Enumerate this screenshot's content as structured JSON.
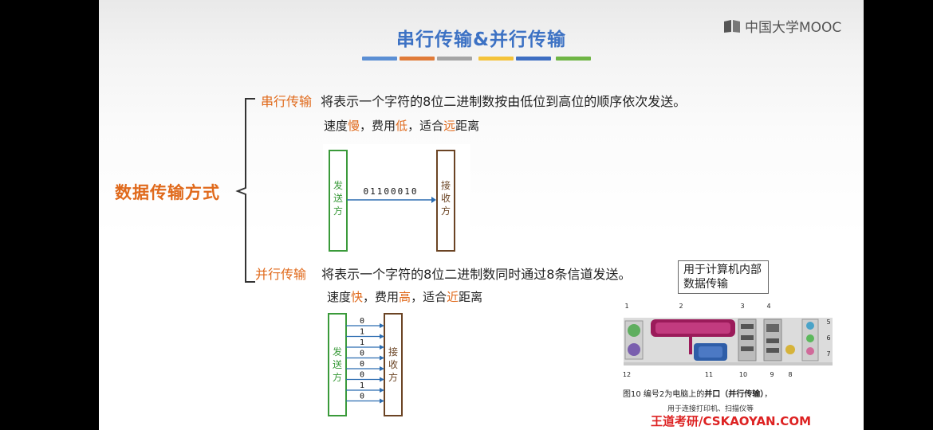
{
  "title": "串行传输&并行传输",
  "logo_text": "中国大学MOOC",
  "accent_bars": [
    "#5b8fd4",
    "#e07b39",
    "#a5a5a5",
    "#f4c33b",
    "#3e6ec2",
    "#6fb545"
  ],
  "main_label": "数据传输方式",
  "serial": {
    "name": "串行传输",
    "desc": "将表示一个字符的8位二进制数按由低位到高位的顺序依次发送。",
    "speed_prefix": "速度",
    "speed_val": "慢",
    "cost_prefix": "，费用",
    "cost_val": "低",
    "dist_prefix": "，适合",
    "dist_val": "远",
    "dist_suffix": "距离",
    "sender": "发送方",
    "receiver": "接收方",
    "bits": "01100010"
  },
  "parallel": {
    "name": "并行传输",
    "desc": "将表示一个字符的8位二进制数同时通过8条信道发送。",
    "speed_prefix": "速度",
    "speed_val": "快",
    "cost_prefix": "，费用",
    "cost_val": "高",
    "dist_prefix": "，适合",
    "dist_val": "近",
    "dist_suffix": "距离",
    "sender": "发送方",
    "receiver": "接收方",
    "bits": [
      "0",
      "1",
      "1",
      "0",
      "0",
      "0",
      "1",
      "0"
    ]
  },
  "caption_box": "用于计算机内部数据传输",
  "port_numbers": [
    "1",
    "2",
    "3",
    "4",
    "5",
    "6",
    "7",
    "8",
    "9",
    "10",
    "11",
    "12"
  ],
  "port_caption_prefix": "图10  编号2为电脑上的",
  "port_caption_bold": "并口（并行传输）",
  "port_caption_suffix": "，",
  "port_sub": "用于连接打印机、扫描仪等",
  "watermark": "王道考研/CSKAOYAN.COM",
  "colors": {
    "orange": "#e06a1c",
    "title_blue": "#3d72c4",
    "sender_green": "#3a9a3a",
    "receiver_brown": "#6b4424",
    "arrow_blue": "#2b6cb0"
  }
}
